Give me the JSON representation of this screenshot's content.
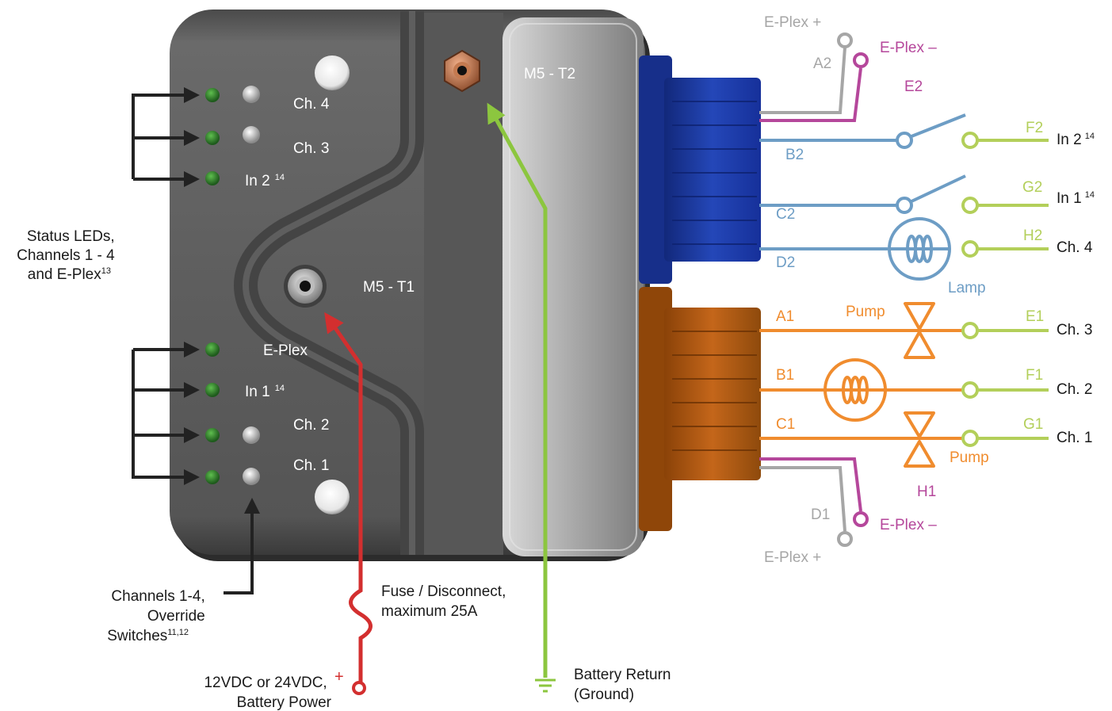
{
  "colors": {
    "blue_wire": "#6d9dc5",
    "orange_wire": "#f08c2e",
    "green_wire": "#b3cf5a",
    "gray_wire": "#a6a6a6",
    "magenta_wire": "#b5479b",
    "red_wire": "#d32f2f",
    "ground_wire": "#8cc63f",
    "module_body": "#5e5e5e",
    "blue_connector": "#1e3fa8",
    "orange_connector": "#b35a0e"
  },
  "module": {
    "ch4": "Ch. 4",
    "ch3": "Ch. 3",
    "in2": "In 2",
    "in2_sup": "14",
    "eplex": "E-Plex",
    "in1": "In 1",
    "in1_sup": "14",
    "ch2": "Ch. 2",
    "ch1": "Ch. 1",
    "m5_t1": "M5 - T1",
    "m5_t2": "M5 - T2"
  },
  "left": {
    "status_l1": "Status LEDs,",
    "status_l2": "Channels 1 - 4",
    "status_l3": "and E-Plex",
    "status_sup": "13",
    "override_l1": "Channels 1-4,",
    "override_l2": "Override",
    "override_l3": "Switches",
    "override_sup": "11,12"
  },
  "bottom": {
    "fuse_l1": "Fuse / Disconnect,",
    "fuse_l2": "maximum 25A",
    "power_l1": "12VDC or 24VDC,",
    "power_plus": "+",
    "power_l2": "Battery Power",
    "return_l1": "Battery Return",
    "return_l2": "(Ground)"
  },
  "right": {
    "eplex_plus_top": "E-Plex +",
    "a2": "A2",
    "eplex_minus_top": "E-Plex –",
    "e2": "E2",
    "b2": "B2",
    "f2": "F2",
    "in2": "In 2",
    "in2_sup": "14",
    "c2": "C2",
    "g2": "G2",
    "in1": "In 1",
    "in1_sup": "14",
    "d2": "D2",
    "h2": "H2",
    "ch4": "Ch. 4",
    "lamp": "Lamp",
    "a1": "A1",
    "pump_top": "Pump",
    "e1": "E1",
    "ch3": "Ch. 3",
    "b1": "B1",
    "f1": "F1",
    "ch2": "Ch. 2",
    "c1": "C1",
    "g1": "G1",
    "ch1": "Ch. 1",
    "pump_bottom": "Pump",
    "h1": "H1",
    "d1": "D1",
    "eplex_minus_bottom": "E-Plex –",
    "eplex_plus_bottom": "E-Plex +"
  }
}
